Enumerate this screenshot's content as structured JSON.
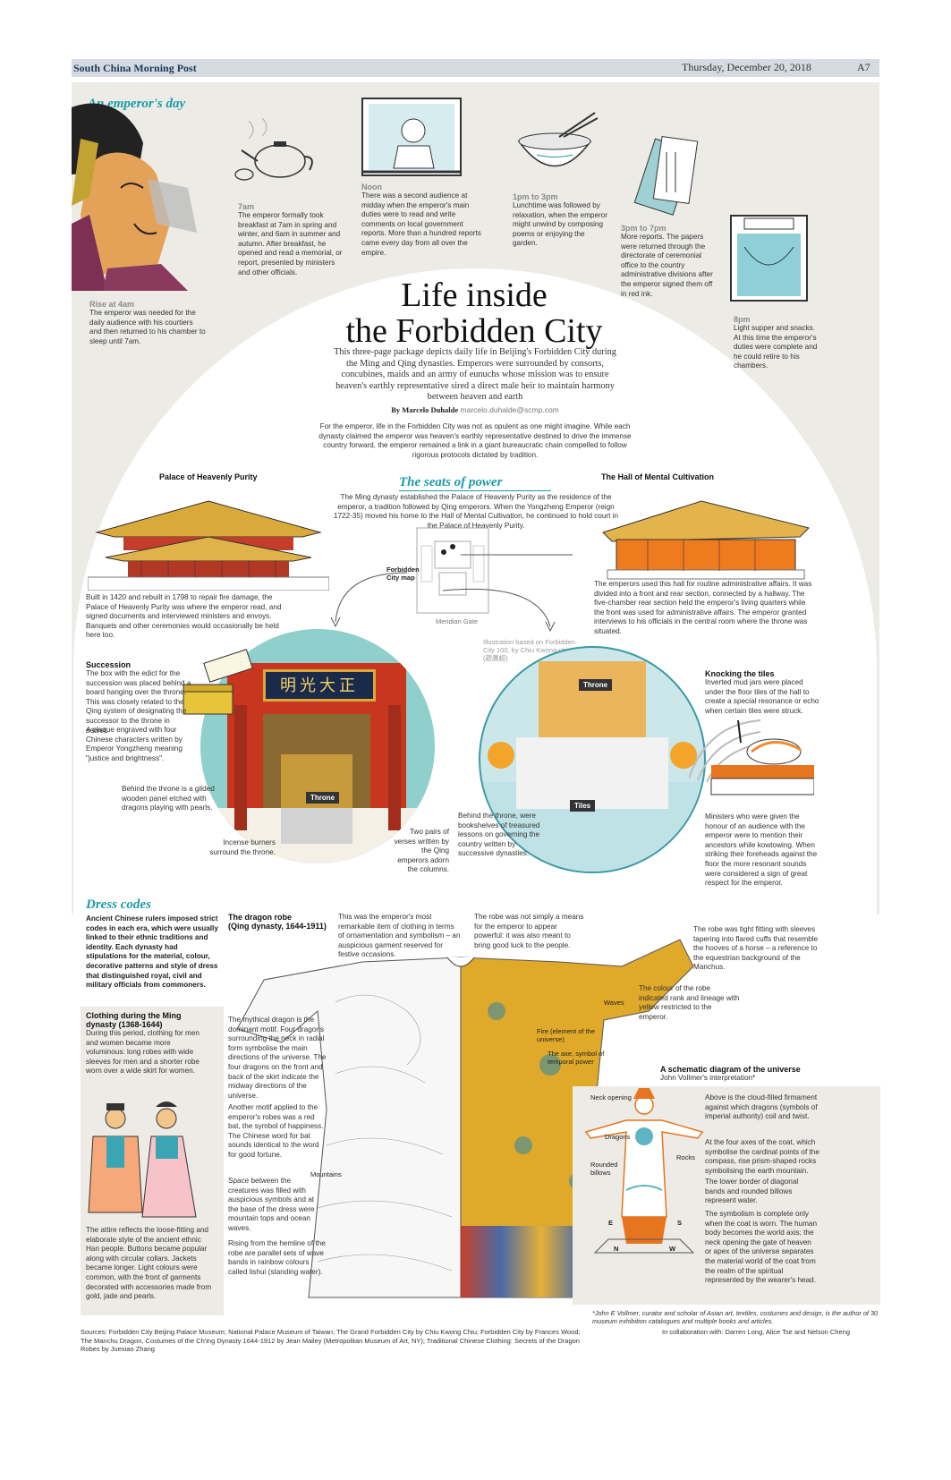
{
  "header": {
    "masthead": "South China Morning Post",
    "date": "Thursday, December 20, 2018",
    "page": "A7"
  },
  "emperors_day": {
    "title": "An emperor's day",
    "items": [
      {
        "time": "Rise at 4am",
        "text": "The emperor was needed for the daily audience with his courtiers and then returned to his chamber to sleep until 7am."
      },
      {
        "time": "7am",
        "text": "The emperor formally took breakfast at 7am in spring and winter, and 6am in summer and autumn. After breakfast, he opened and read a memorial, or report, presented by ministers and other officials."
      },
      {
        "time": "Noon",
        "text": "There was a second audience at midday when the emperor's main duties were to read and write comments on local government reports. More than a hundred reports came every day from all over the empire."
      },
      {
        "time": "1pm to 3pm",
        "text": "Lunchtime was followed by relaxation, when the emperor might unwind by composing poems or enjoying the garden."
      },
      {
        "time": "3pm to 7pm",
        "text": "More reports. The papers were returned through the directorate of ceremonial office to the country administrative divisions after the emperor signed them off in red ink."
      },
      {
        "time": "8pm",
        "text": "Light supper and snacks. At this time the emperor's duties were complete and he could retire to his chambers."
      }
    ]
  },
  "headline": {
    "line1": "Life inside",
    "line2": "the Forbidden City",
    "standfirst": "This three-page package depicts daily life in Beijing's Forbidden City during the Ming and Qing dynasties. Emperors were surrounded by consorts, concubines, maids and an army of eunuchs whose mission was to ensure heaven's earthly representative sired a direct male heir to maintain harmony between heaven and earth",
    "byline": "By Marcelo Duhalde",
    "email": "marcelo.duhalde@scmp.com",
    "intro": "For the emperor, life in the Forbidden City was not as opulent as one might imagine. While each dynasty claimed the emperor was heaven's earthly representative destined to drive the immense country forward, the emperor remained a link in a giant bureaucratic chain compelled to follow rigorous protocols dictated by tradition."
  },
  "seats": {
    "title": "The seats of power",
    "text": "The Ming dynasty established the Palace of Heavenly Purity as the residence of the emperor, a tradition followed by Qing emperors. When the Yongzheng Emperor (reign 1722-35) moved his home to the Hall of Mental Cultivation, he continued to hold court in the Palace of Heavenly Purity.",
    "palace_title": "Palace of Heavenly Purity",
    "palace_text": "Built in 1420 and rebuilt in 1798 to repair fire damage, the Palace of Heavenly Purity was where the emperor read, and signed documents and interviewed ministers and envoys. Banquets and other ceremonies would occasionally be held here too.",
    "hall_title": "The Hall of Mental Cultivation",
    "hall_text": "The emperors used this hall for routine administrative affairs. It was divided into a front and rear section, connected by a hallway. The five-chamber rear section held the emperor's living quarters while the front was used for administrative affairs. The emperor granted interviews to his officials in the central room where the throne was situated.",
    "map_label": "Forbidden City map",
    "meridian_gate": "Meridian Gate",
    "illustration_credit": "Illustration based on Forbidden City 100, by Chiu Kwong-chiu (趙廣超)"
  },
  "left_circle": {
    "succession_title": "Succession",
    "succession_text": "The box with the edict for the succession was placed behind a board hanging over the throne. This was closely related to the Qing system of designating the successor to the throne in secret.",
    "plaque_text": "A plaque engraved with four Chinese characters written by Emperor Yongzheng meaning \"justice and brightness\".",
    "plaque_chars": "明光大正",
    "panel_text": "Behind the throne is a gilded wooden panel etched with dragons playing with pearls.",
    "incense_text": "Incense burners surround the throne.",
    "verses_text": "Two pairs of verses written by the Qing emperors adorn the columns.",
    "throne_label": "Throne"
  },
  "right_circle": {
    "throne_label": "Throne",
    "tiles_label": "Tiles",
    "bookshelves_text": "Behind the throne, were bookshelves of treasured lessons on governing the country written by successive dynasties.",
    "knock_title": "Knocking the tiles",
    "knock_text": "Inverted mud jars were placed under the floor tiles of the hall to create a special resonance or echo when certain tiles were struck.",
    "ministers_text": "Ministers who were given the honour of an audience with the emperor were to mention their ancestors while kowtowing. When striking their foreheads against the floor the more resonant sounds were considered a sign of great respect for the emperor."
  },
  "dress": {
    "title": "Dress codes",
    "intro": "Ancient Chinese rulers imposed strict codes in each era, which were usually linked to their ethnic traditions and identity. Each dynasty had stipulations for the material, colour, decorative patterns and style of dress that distinguished royal, civil and military officials from commoners.",
    "ming_title": "Clothing during the Ming dynasty (1368-1644)",
    "ming_text": "During this period, clothing for men and women became more voluminous: long robes with wide sleeves for men and a shorter robe worn over a wide skirt for women.",
    "attire_text": "The attire reflects the loose-fitting and elaborate style of the ancient ethnic Han people. Buttons became popular along with circular collars. Jackets became longer. Light colours were common, with the front of garments decorated with accessories made from gold, jade and pearls.",
    "robe_title": "The dragon robe",
    "robe_sub": "(Qing dynasty, 1644-1911)",
    "robe_remarkable": "This was the emperor's most remarkable item of clothing in terms of ornamentation and symbolism – an auspicious garment reserved for festive occasions.",
    "robe_means": "The robe was not simply a means for the emperor to appear powerful: it was also meant to bring good luck to the people.",
    "robe_tight": "The robe was tight fitting with sleeves tapering into flared cuffs that resemble the hooves of a horse – a reference to the equestrian background of the Manchus.",
    "robe_colour": "The colour of the robe indicated rank and lineage with yellow restricted to the emperor.",
    "waves": "Waves",
    "fire": "Fire (element of the universe)",
    "axe": "The axe, symbol of temporal power",
    "dragon_motif": "The mythical dragon is the dominant motif. Four dragons surrounding the neck in radial form symbolise the main directions of the universe. The four dragons on the front and back of the skirt indicate the midway directions of the universe.",
    "bat_motif": "Another motif applied to the emperor's robes was a red bat, the symbol of happiness. The Chinese word for bat sounds identical to the word for good fortune.",
    "space_text": "Space between the creatures was filled with auspicious symbols and at the base of the dress were mountain tops and ocean waves.",
    "mountains": "Mountains",
    "hemline_text": "Rising from the hemline of the robe are parallel sets of wave bands in rainbow colours called lishui (standing water).",
    "schema_title": "A schematic diagram of the universe",
    "schema_sub": "John Vollmer's interpretation*",
    "neck_opening": "Neck opening",
    "dragons": "Dragons",
    "rounded_billows": "Rounded billows",
    "rocks": "Rocks",
    "schema_cloud": "Above is the cloud-filled firmament against which dragons (symbols of imperial authority) coil and twist.",
    "schema_axes": "At the four axes of the coat, which symbolise the cardinal points of the compass, rise prism-shaped rocks symbolising the earth mountain.",
    "schema_border": "The lower border of diagonal bands and rounded billows represent water.",
    "schema_complete": "The symbolism is complete only when the coat is worn. The human body becomes the world axis; the neck opening the gate of heaven or apex of the universe separates the material world of the coat from the realm of the spiritual represented by the wearer's head.",
    "compass": {
      "e": "E",
      "s": "S",
      "n": "N",
      "w": "W"
    },
    "footnote": "*John E Vollmer, curator and scholar of Asian art, textiles, costumes and design, is the author of 30 museum exhibition catalogues and multiple books and articles."
  },
  "footer": {
    "sources": "Sources: Forbidden City Beijing Palace Museum; National Palace Museum of Taiwan; The Grand Forbidden City by Chiu Kwong Chiu; Forbidden City by Frances Wood; The Manchu Dragon, Costumes of the Ch'ing Dynasty 1644-1912 by Jean Mailey (Metropolitan Museum of Art, NY); Traditional Chinese Clothing: Secrets of the Dragon Robes by Juexiao Zhang",
    "collab": "In collaboration with: Darren Long, Alice Tse and Nelson Cheng"
  },
  "colors": {
    "accent_teal": "#1c9aa8",
    "gold": "#e0a92a",
    "orange": "#e7751f",
    "paper": "#ecebe6"
  }
}
